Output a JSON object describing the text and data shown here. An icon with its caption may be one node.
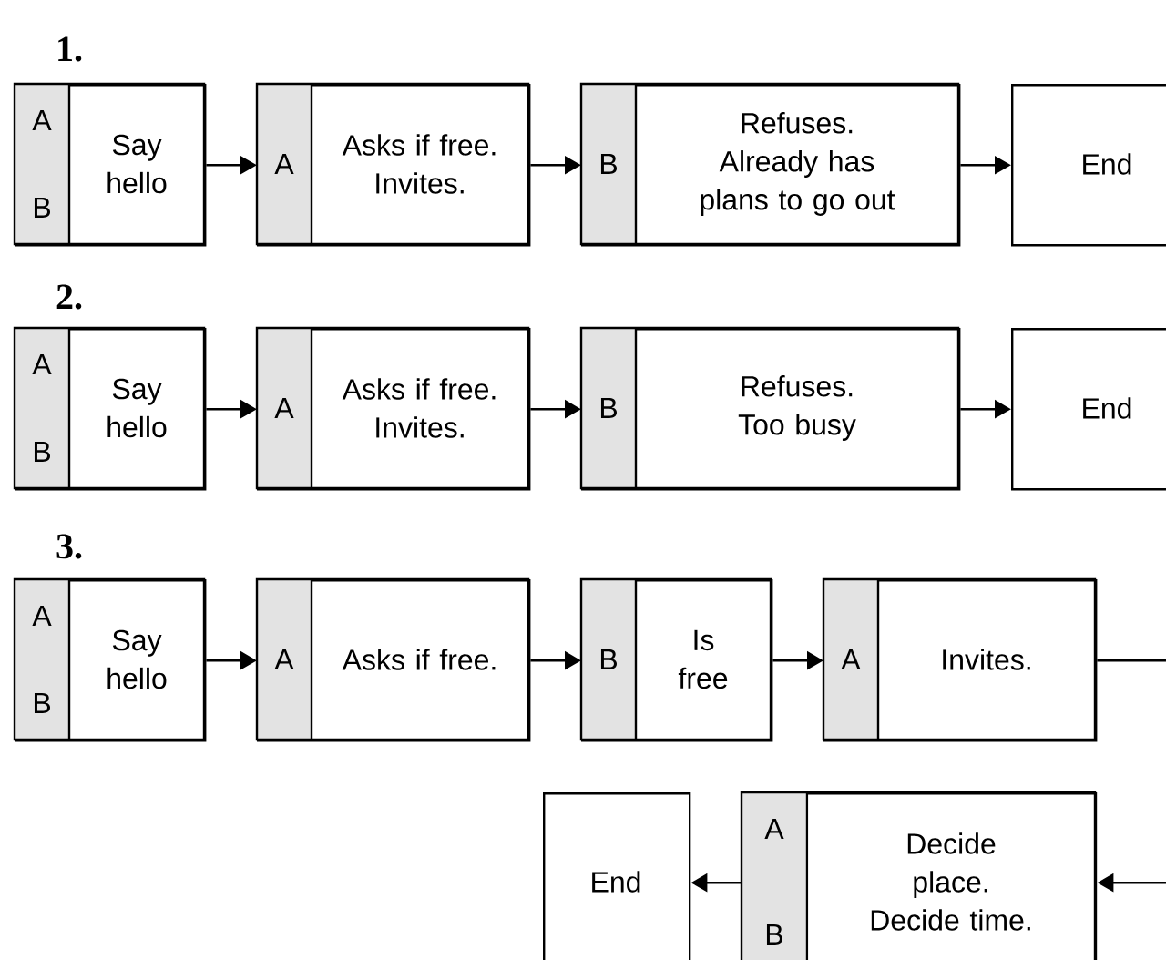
{
  "diagram": {
    "nodes": [
      {
        "text": [
          "A",
          "B",
          "Say hello"
        ]
      },
      {
        "text": [
          "A",
          "Asks if free. Invites."
        ]
      },
      {
        "text": [
          "B",
          "Refuses. Already has plans to go out"
        ]
      },
      {
        "text": [
          "End"
        ]
      },
      {
        "text": [
          "A",
          "B",
          "Say hello"
        ]
      },
      {
        "text": [
          "A",
          "Asks if free. Invites."
        ]
      },
      {
        "text": [
          "B",
          "Refuses. Too busy"
        ]
      },
      {
        "text": [
          "End"
        ]
      },
      {
        "text": [
          "A",
          "B",
          "Say hello"
        ]
      },
      {
        "text": [
          "A",
          "Asks if free."
        ]
      },
      {
        "text": [
          "B",
          "Is free"
        ]
      },
      {
        "text": [
          "A",
          "Invites."
        ]
      },
      {
        "text": [
          "End"
        ]
      },
      {
        "text": [
          "A",
          "B",
          "Decide place. Decide time."
        ]
      }
    ],
    "edges": [
      {
        "from": 0,
        "to": 1,
        "arrow": "to"
      },
      {
        "from": 1,
        "to": 2,
        "arrow": "to"
      },
      {
        "from": 2,
        "to": 3,
        "arrow": "to"
      },
      {
        "from": 4,
        "to": 5,
        "arrow": "to"
      },
      {
        "from": 5,
        "to": 6,
        "arrow": "to"
      },
      {
        "from": 6,
        "to": 7,
        "arrow": "to"
      },
      {
        "from": 8,
        "to": 9,
        "arrow": "to"
      },
      {
        "from": 9,
        "to": 10,
        "arrow": "to"
      },
      {
        "from": 10,
        "to": 11,
        "arrow": "to"
      },
      {
        "from": 11,
        "to": 13,
        "arrow": "to"
      },
      {
        "from": 13,
        "to": 12,
        "arrow": "to"
      }
    ],
    "labels": [
      "1.",
      "2.",
      "3."
    ]
  }
}
